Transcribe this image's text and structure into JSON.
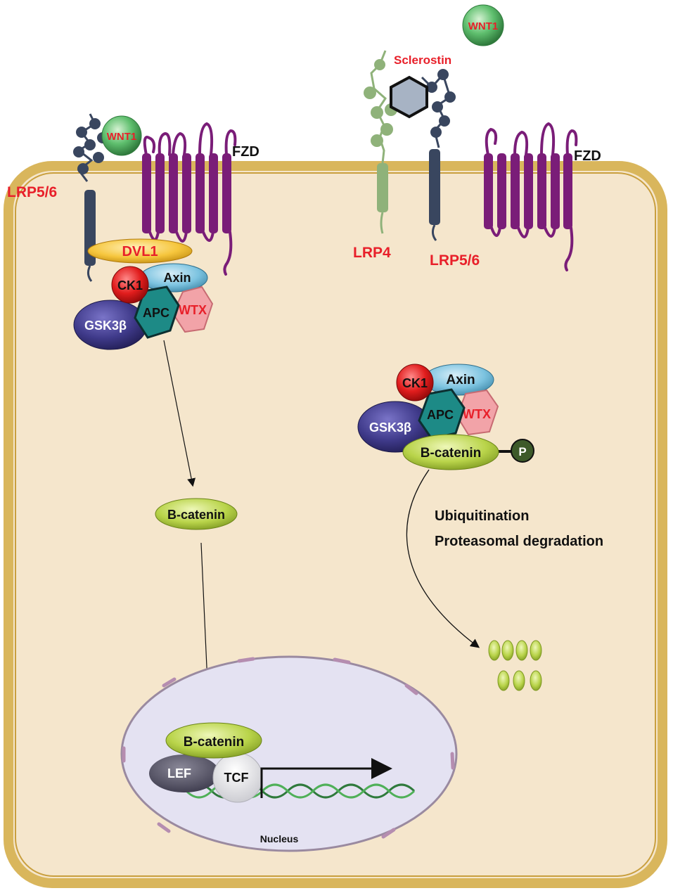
{
  "labels": {
    "wnt1_left": "WNT1",
    "wnt1_right": "WNT1",
    "sclerostin": "Sclerostin",
    "fzd_left": "FZD",
    "fzd_right": "FZD",
    "lrp56_left": "LRP5/6",
    "lrp56_right": "LRP5/6",
    "lrp4": "LRP4",
    "dvl1": "DVL1",
    "ck1_left": "CK1",
    "axin_left": "Axin",
    "apc_left": "APC",
    "wtx_left": "WTX",
    "gsk3b_left": "GSK3β",
    "bcatenin_cyto": "B-catenin",
    "ck1_right": "CK1",
    "axin_right": "Axin",
    "apc_right": "APC",
    "wtx_right": "WTX",
    "gsk3b_right": "GSK3β",
    "bcatenin_complex": "B-catenin",
    "phospho": "P",
    "ubiquitination": "Ubiquitination",
    "proteasomal": "Proteasomal degradation",
    "bcatenin_nucleus": "B-catenin",
    "lef": "LEF",
    "tcf": "TCF",
    "nucleus": "Nucleus"
  },
  "colors": {
    "cell_fill": "#f5e6cc",
    "membrane": "#d9b65c",
    "nucleus_fill": "#e4e2f2",
    "nucleus_border": "#9a8aa0",
    "fzd": "#7a1d78",
    "lrp": "#39465f",
    "lrp4": "#8fb27a",
    "label_red": "#e8202a",
    "bcatenin": "#b9d44a",
    "gsk3b": "#3f3a8a",
    "apc": "#1d8a86",
    "wtx": "#f2a3a8",
    "axin": "#7cc3e0",
    "ck1": "#e11d1d",
    "dvl1": "#f6c63d",
    "wnt1": "#5fbf6e",
    "sclerostin": "#a7b3c4"
  }
}
